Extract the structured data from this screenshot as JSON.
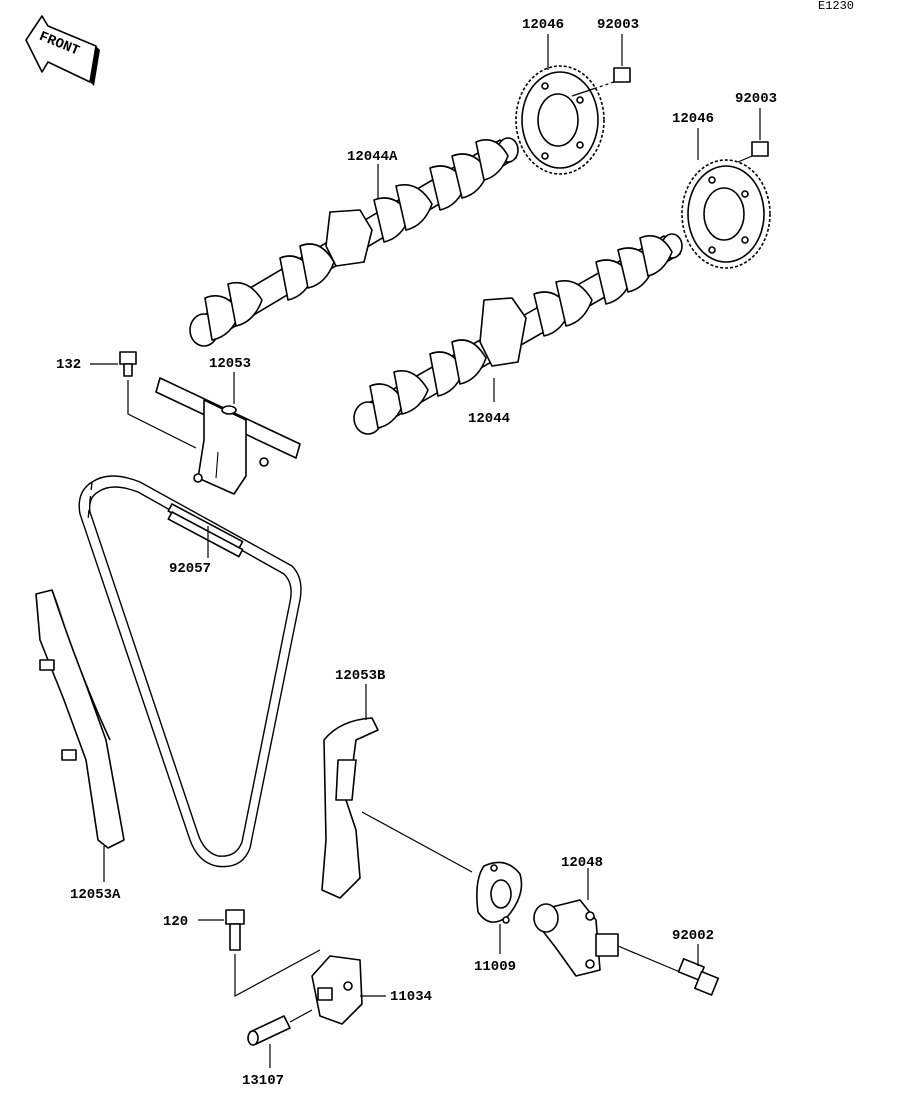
{
  "diagram": {
    "ref_code": "E1230",
    "direction_label": "FRONT",
    "parts": [
      {
        "id": "p12046a",
        "number": "12046"
      },
      {
        "id": "p92003a",
        "number": "92003"
      },
      {
        "id": "p92003b",
        "number": "92003"
      },
      {
        "id": "p12046b",
        "number": "12046"
      },
      {
        "id": "p12044A",
        "number": "12044A"
      },
      {
        "id": "p132",
        "number": "132"
      },
      {
        "id": "p12053",
        "number": "12053"
      },
      {
        "id": "p12044",
        "number": "12044"
      },
      {
        "id": "p92057",
        "number": "92057"
      },
      {
        "id": "p12053B",
        "number": "12053B"
      },
      {
        "id": "p12048",
        "number": "12048"
      },
      {
        "id": "p12053A",
        "number": "12053A"
      },
      {
        "id": "p120",
        "number": "120"
      },
      {
        "id": "p92002",
        "number": "92002"
      },
      {
        "id": "p11009",
        "number": "11009"
      },
      {
        "id": "p11034",
        "number": "11034"
      },
      {
        "id": "p13107",
        "number": "13107"
      }
    ]
  }
}
